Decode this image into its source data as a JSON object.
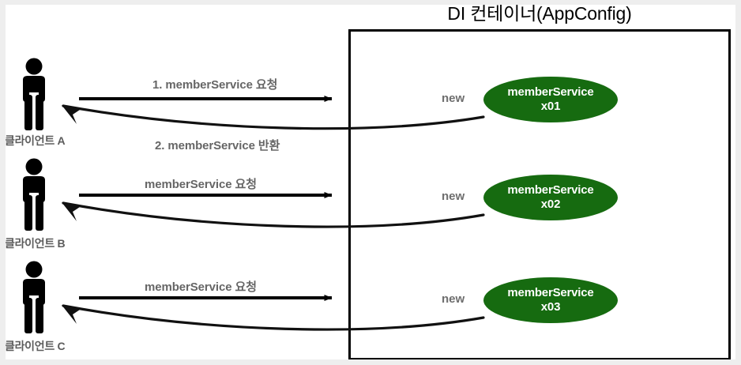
{
  "diagram": {
    "type": "sequence-interaction-diagram",
    "container": {
      "title": "DI 컨테이너(AppConfig)",
      "border_color": "#000000"
    },
    "colors": {
      "bean_fill": "#166b10",
      "bean_text": "#ffffff",
      "label_gray": "#666666",
      "arrow_black": "#000000",
      "page_background": "#ffffff"
    },
    "clients": [
      {
        "label": "클라이언트 A",
        "icon": "person-icon"
      },
      {
        "label": "클라이언트 B",
        "icon": "person-icon"
      },
      {
        "label": "클라이언트 C",
        "icon": "person-icon"
      }
    ],
    "request_arrows": [
      {
        "label": "1. memberService 요청",
        "direction": "right"
      },
      {
        "label": "memberService 요청",
        "direction": "right"
      },
      {
        "label": "memberService 요청",
        "direction": "right"
      }
    ],
    "return_arrows": [
      {
        "label": "2. memberService 반환",
        "direction": "left",
        "style": "curved"
      },
      {
        "label": "",
        "direction": "left",
        "style": "curved"
      },
      {
        "label": "",
        "direction": "left",
        "style": "curved"
      }
    ],
    "new_labels": [
      "new",
      "new",
      "new"
    ],
    "beans": [
      {
        "line1": "memberService",
        "line2": "x01"
      },
      {
        "line1": "memberService",
        "line2": "x02"
      },
      {
        "line1": "memberService",
        "line2": "x03"
      }
    ]
  }
}
